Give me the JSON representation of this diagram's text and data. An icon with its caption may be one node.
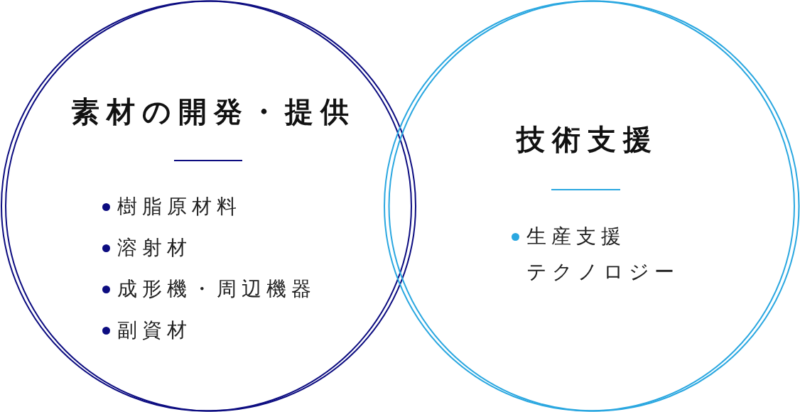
{
  "diagram": {
    "nodes": [
      {
        "text": [
          "素材の開発・提供",
          "樹脂原材料",
          "溶射材",
          "成形機・周辺機器",
          "副資材"
        ]
      },
      {
        "text": [
          "技術支援",
          "生産支援テクノロジー"
        ]
      }
    ]
  }
}
